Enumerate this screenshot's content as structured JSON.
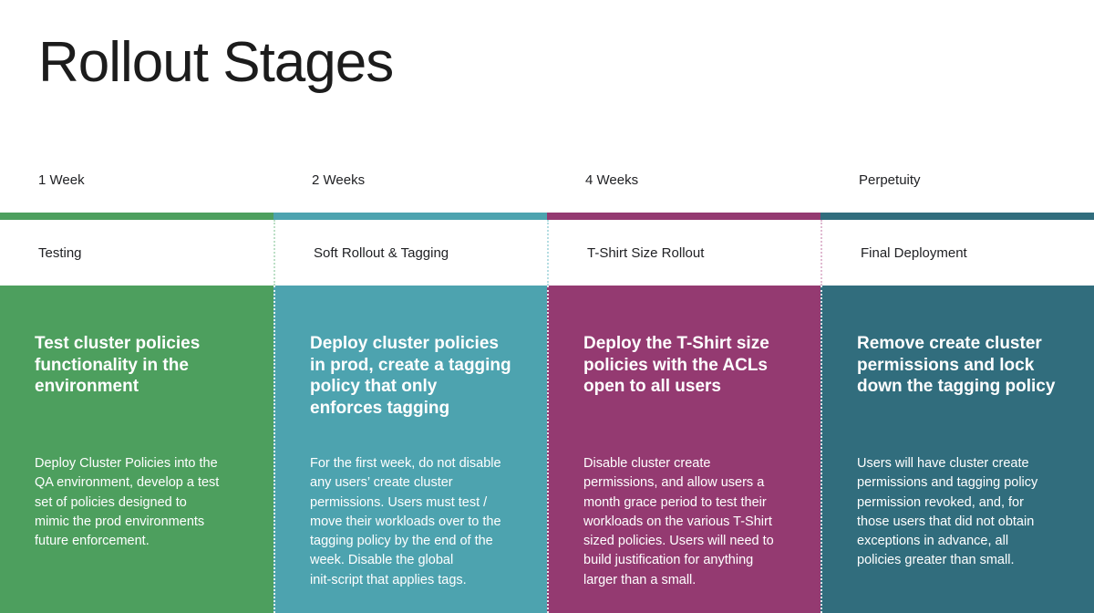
{
  "title": "Rollout Stages",
  "colors": {
    "title_text": "#1c1c1c",
    "label_text": "#202124",
    "block_text": "#ffffff"
  },
  "columns": [
    {
      "duration": "1 Week",
      "stage": "Testing",
      "heading": "Test cluster policies\nfunctionality in the\nenvironment",
      "body": "Deploy Cluster Policies into the\nQA environment, develop a test\nset of policies designed to\nmimic the prod environments\nfuture enforcement.",
      "color": "#4d9f5e",
      "divider_tint": "#bcdfc6"
    },
    {
      "duration": "2 Weeks",
      "stage": "Soft Rollout & Tagging",
      "heading": "Deploy cluster policies\nin prod, create a tagging\npolicy that only\nenforces tagging",
      "body": "For the first week, do not disable\nany users’ create cluster\npermissions. Users must test /\nmove their workloads over to the\ntagging policy by the end of the\nweek. Disable the global\ninit-script that applies tags.",
      "color": "#4da3af",
      "divider_tint": "#b4dde2"
    },
    {
      "duration": "4 Weeks",
      "stage": "T-Shirt Size Rollout",
      "heading": "Deploy the T-Shirt size\npolicies with the ACLs\nopen to all users",
      "body": "Disable cluster create\npermissions, and allow users a\nmonth grace period to test their\nworkloads on the various T-Shirt\nsized policies. Users will need to\nbuild justification for anything\nlarger than a small.",
      "color": "#943a71",
      "divider_tint": "#dfb9d0"
    },
    {
      "duration": "Perpetuity",
      "stage": "Final Deployment",
      "heading": "Remove create cluster\npermissions and lock\ndown the tagging policy",
      "body": "Users will have cluster create\npermissions and tagging policy\npermission revoked, and, for\nthose users that did not obtain\nexceptions in advance, all\npolicies greater than small.",
      "color": "#316d7d",
      "divider_tint": "#bdd6dd"
    }
  ]
}
